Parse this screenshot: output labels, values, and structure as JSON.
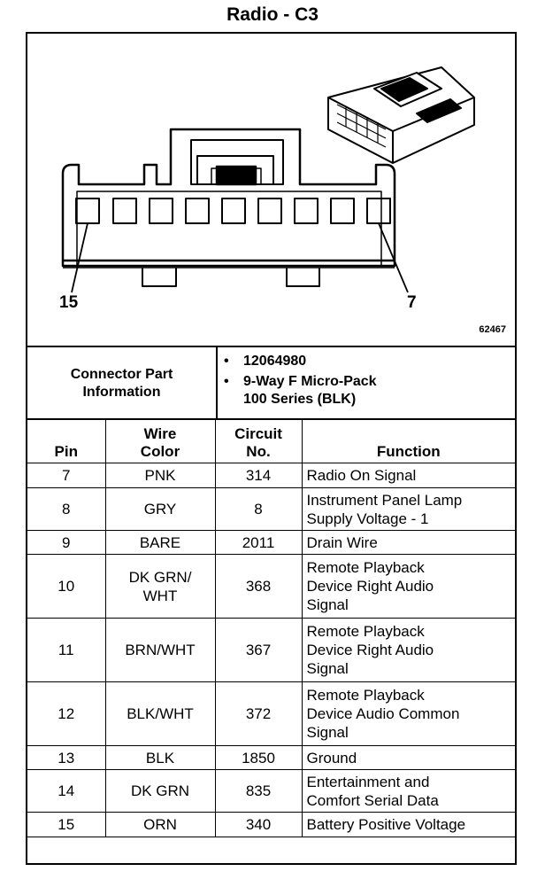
{
  "title": "Radio - C3",
  "drawing": {
    "pin_label_left": "15",
    "pin_label_right": "7",
    "figure_number": "62467"
  },
  "connector_info": {
    "label_line1": "Connector Part",
    "label_line2": "Information",
    "part_number": "12064980",
    "description_line1": "9-Way F Micro-Pack",
    "description_line2": "100 Series (BLK)"
  },
  "table": {
    "headers": {
      "pin": "Pin",
      "wire_color_1": "Wire",
      "wire_color_2": "Color",
      "circuit_1": "Circuit",
      "circuit_2": "No.",
      "function": "Function"
    },
    "rows": [
      {
        "pin": "7",
        "wire": [
          "PNK"
        ],
        "circuit": "314",
        "function": [
          "Radio On Signal"
        ]
      },
      {
        "pin": "8",
        "wire": [
          "GRY"
        ],
        "circuit": "8",
        "function": [
          "Instrument Panel Lamp",
          "Supply Voltage - 1"
        ]
      },
      {
        "pin": "9",
        "wire": [
          "BARE"
        ],
        "circuit": "2011",
        "function": [
          "Drain Wire"
        ]
      },
      {
        "pin": "10",
        "wire": [
          "DK GRN/",
          "WHT"
        ],
        "circuit": "368",
        "function": [
          "Remote Playback",
          "Device Right Audio",
          "Signal"
        ]
      },
      {
        "pin": "11",
        "wire": [
          "BRN/WHT"
        ],
        "circuit": "367",
        "function": [
          "Remote Playback",
          "Device Right Audio",
          "Signal"
        ]
      },
      {
        "pin": "12",
        "wire": [
          "BLK/WHT"
        ],
        "circuit": "372",
        "function": [
          "Remote Playback",
          "Device Audio Common",
          "Signal"
        ]
      },
      {
        "pin": "13",
        "wire": [
          "BLK"
        ],
        "circuit": "1850",
        "function": [
          "Ground"
        ]
      },
      {
        "pin": "14",
        "wire": [
          "DK GRN"
        ],
        "circuit": "835",
        "function": [
          "Entertainment and",
          "Comfort Serial Data"
        ]
      },
      {
        "pin": "15",
        "wire": [
          "ORN"
        ],
        "circuit": "340",
        "function": [
          "Battery Positive Voltage"
        ]
      }
    ]
  }
}
